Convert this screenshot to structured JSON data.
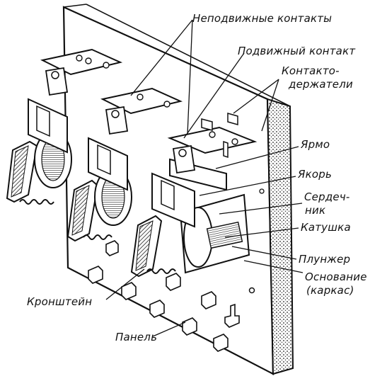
{
  "labels": {
    "fixed_contacts": "Неподвижные контакты",
    "moving_contact": "Подвижный контакт",
    "contact_holders_1": "Контакто-",
    "contact_holders_2": "держатели",
    "yoke": "Ярмо",
    "armature": "Якорь",
    "core_1": "Сердеч-",
    "core_2": "ник",
    "coil": "Катушка",
    "plunger": "Плунжер",
    "base_1": "Основание",
    "base_2": "(каркас)",
    "bracket": "Кронштейн",
    "panel": "Панель"
  },
  "colors": {
    "ink": "#111111",
    "paper": "#ffffff",
    "shade": "#555555"
  }
}
